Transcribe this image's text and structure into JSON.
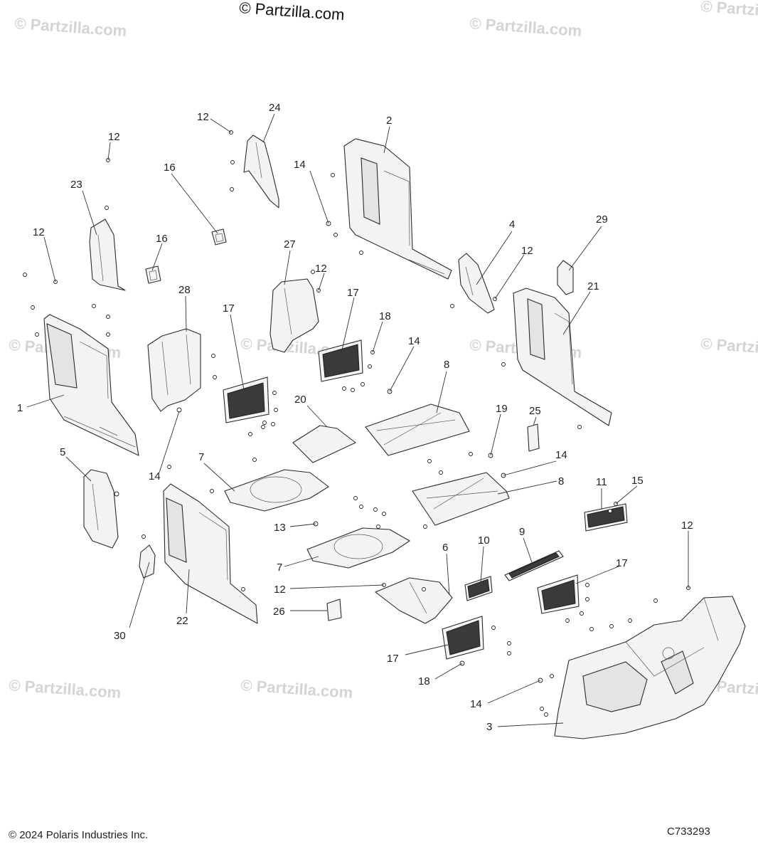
{
  "watermark_top": "© Partzilla.com",
  "watermark_repeat": "© Partzilla.com",
  "copyright": "© 2024 Polaris Industries Inc.",
  "diagram_code": "C733293",
  "callouts": [
    {
      "id": "c1",
      "label": "1"
    },
    {
      "id": "c2",
      "label": "2"
    },
    {
      "id": "c3",
      "label": "3"
    },
    {
      "id": "c4",
      "label": "4"
    },
    {
      "id": "c5",
      "label": "5"
    },
    {
      "id": "c6",
      "label": "6"
    },
    {
      "id": "c7a",
      "label": "7"
    },
    {
      "id": "c7b",
      "label": "7"
    },
    {
      "id": "c8a",
      "label": "8"
    },
    {
      "id": "c8b",
      "label": "8"
    },
    {
      "id": "c9",
      "label": "9"
    },
    {
      "id": "c10",
      "label": "10"
    },
    {
      "id": "c11",
      "label": "11"
    },
    {
      "id": "c12a",
      "label": "12"
    },
    {
      "id": "c12b",
      "label": "12"
    },
    {
      "id": "c12c",
      "label": "12"
    },
    {
      "id": "c12d",
      "label": "12"
    },
    {
      "id": "c12e",
      "label": "12"
    },
    {
      "id": "c12f",
      "label": "12"
    },
    {
      "id": "c12g",
      "label": "12"
    },
    {
      "id": "c13",
      "label": "13"
    },
    {
      "id": "c14a",
      "label": "14"
    },
    {
      "id": "c14b",
      "label": "14"
    },
    {
      "id": "c14c",
      "label": "14"
    },
    {
      "id": "c14d",
      "label": "14"
    },
    {
      "id": "c14e",
      "label": "14"
    },
    {
      "id": "c15",
      "label": "15"
    },
    {
      "id": "c16a",
      "label": "16"
    },
    {
      "id": "c16b",
      "label": "16"
    },
    {
      "id": "c17a",
      "label": "17"
    },
    {
      "id": "c17b",
      "label": "17"
    },
    {
      "id": "c17c",
      "label": "17"
    },
    {
      "id": "c17d",
      "label": "17"
    },
    {
      "id": "c18a",
      "label": "18"
    },
    {
      "id": "c18b",
      "label": "18"
    },
    {
      "id": "c19",
      "label": "19"
    },
    {
      "id": "c20",
      "label": "20"
    },
    {
      "id": "c21",
      "label": "21"
    },
    {
      "id": "c22",
      "label": "22"
    },
    {
      "id": "c23",
      "label": "23"
    },
    {
      "id": "c24",
      "label": "24"
    },
    {
      "id": "c25",
      "label": "25"
    },
    {
      "id": "c26",
      "label": "26"
    },
    {
      "id": "c27",
      "label": "27"
    },
    {
      "id": "c28",
      "label": "28"
    },
    {
      "id": "c29",
      "label": "29"
    },
    {
      "id": "c30",
      "label": "30"
    }
  ]
}
